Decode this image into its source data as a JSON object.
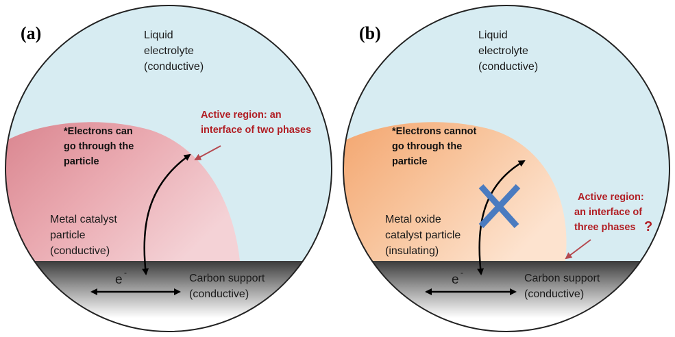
{
  "panels": [
    {
      "label": "(a)",
      "electrolyte": [
        "Liquid",
        "electrolyte",
        "(conductive)"
      ],
      "note": [
        "*Electrons can",
        "go through the",
        "particle"
      ],
      "active": [
        "Active region: an",
        "interface of two phases"
      ],
      "particle": [
        "Metal catalyst",
        "particle",
        "(conductive)"
      ],
      "electron": "e",
      "electron_sup": "-",
      "support": [
        "Carbon support",
        "(conductive)"
      ]
    },
    {
      "label": "(b)",
      "electrolyte": [
        "Liquid",
        "electrolyte",
        "(conductive)"
      ],
      "note": [
        "*Electrons cannot",
        "go through the",
        "particle"
      ],
      "active": [
        "Active region:",
        "an interface of",
        "three phases"
      ],
      "active_mark": "?",
      "particle": [
        "Metal oxide",
        "catalyst particle",
        "(insulating)"
      ],
      "electron": "e",
      "electron_sup": "-",
      "support": [
        "Carbon support",
        "(conductive)"
      ]
    }
  ],
  "colors": {
    "electrolyte": "#d7ecf2",
    "metal_particle": "#e8a3ab",
    "oxide_particle": "#f7b98a",
    "active_text": "#b11e24",
    "blocked_x": "#4a7bc0"
  },
  "icons": [
    "double-arrow-icon",
    "curved-arrow-icon",
    "blocked-x-icon",
    "pointer-arrow-icon"
  ]
}
